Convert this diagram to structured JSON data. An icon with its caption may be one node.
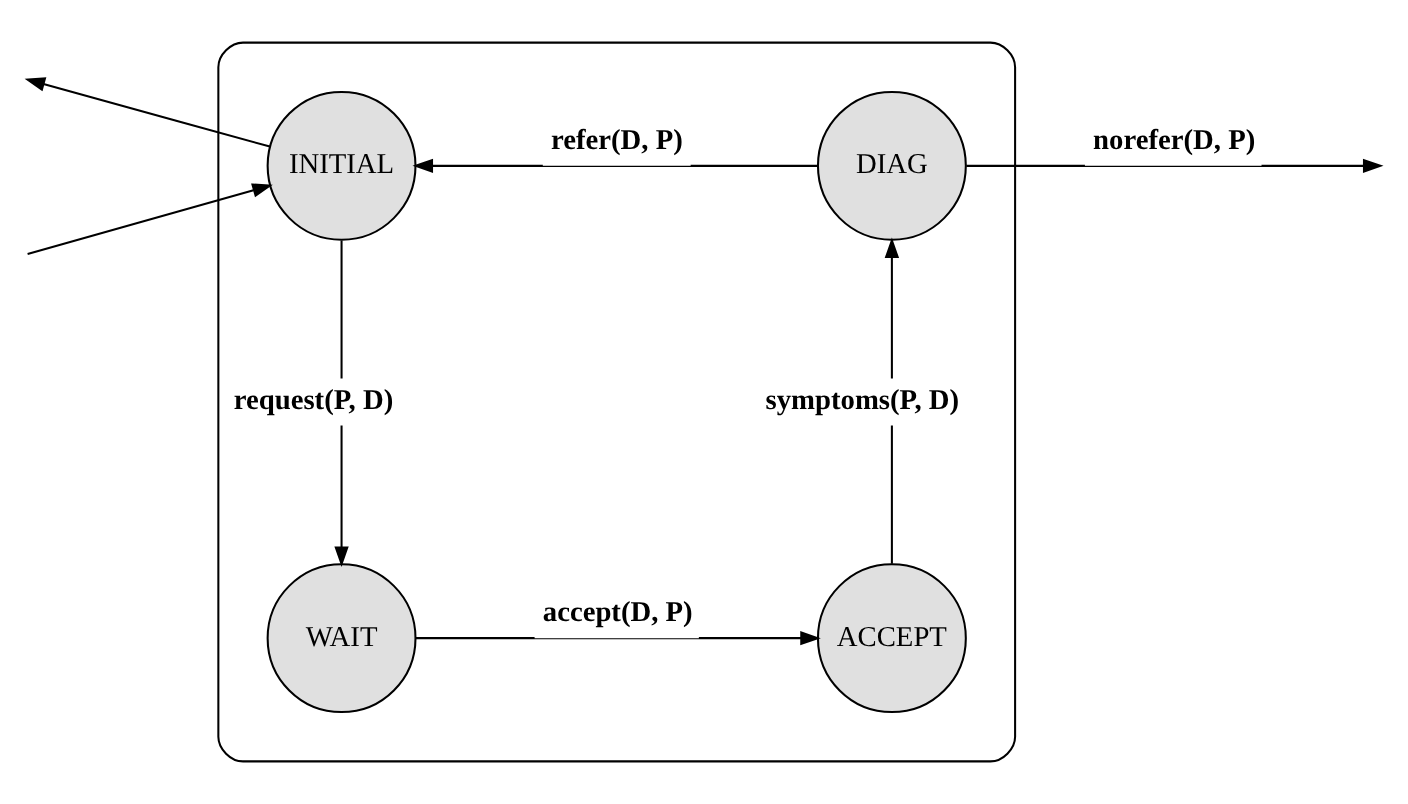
{
  "diagram": {
    "nodes": [
      {
        "text": [],
        "shape": "box"
      },
      {
        "text": [
          "INITIAL"
        ],
        "in": 0
      },
      {
        "text": [
          "DIAG"
        ],
        "in": 0
      },
      {
        "text": [
          "WAIT"
        ],
        "in": 0
      },
      {
        "text": [
          "ACCEPT"
        ],
        "in": 0
      }
    ],
    "edges": [
      {
        "from": 1,
        "to": null,
        "arrow": "to"
      },
      {
        "from": null,
        "to": 1,
        "arrow": "to"
      },
      {
        "from": 2,
        "to": 1,
        "arrow": "to",
        "label": "refer(D, P)"
      },
      {
        "from": 2,
        "to": null,
        "arrow": "to",
        "label": "norefer(D, P)"
      },
      {
        "from": 1,
        "to": 3,
        "arrow": "to",
        "label": "request(P, D)"
      },
      {
        "from": 3,
        "to": 4,
        "arrow": "to",
        "label": "accept(D, P)"
      },
      {
        "from": 4,
        "to": 2,
        "arrow": "to",
        "label": "symptoms(P, D)"
      }
    ]
  }
}
